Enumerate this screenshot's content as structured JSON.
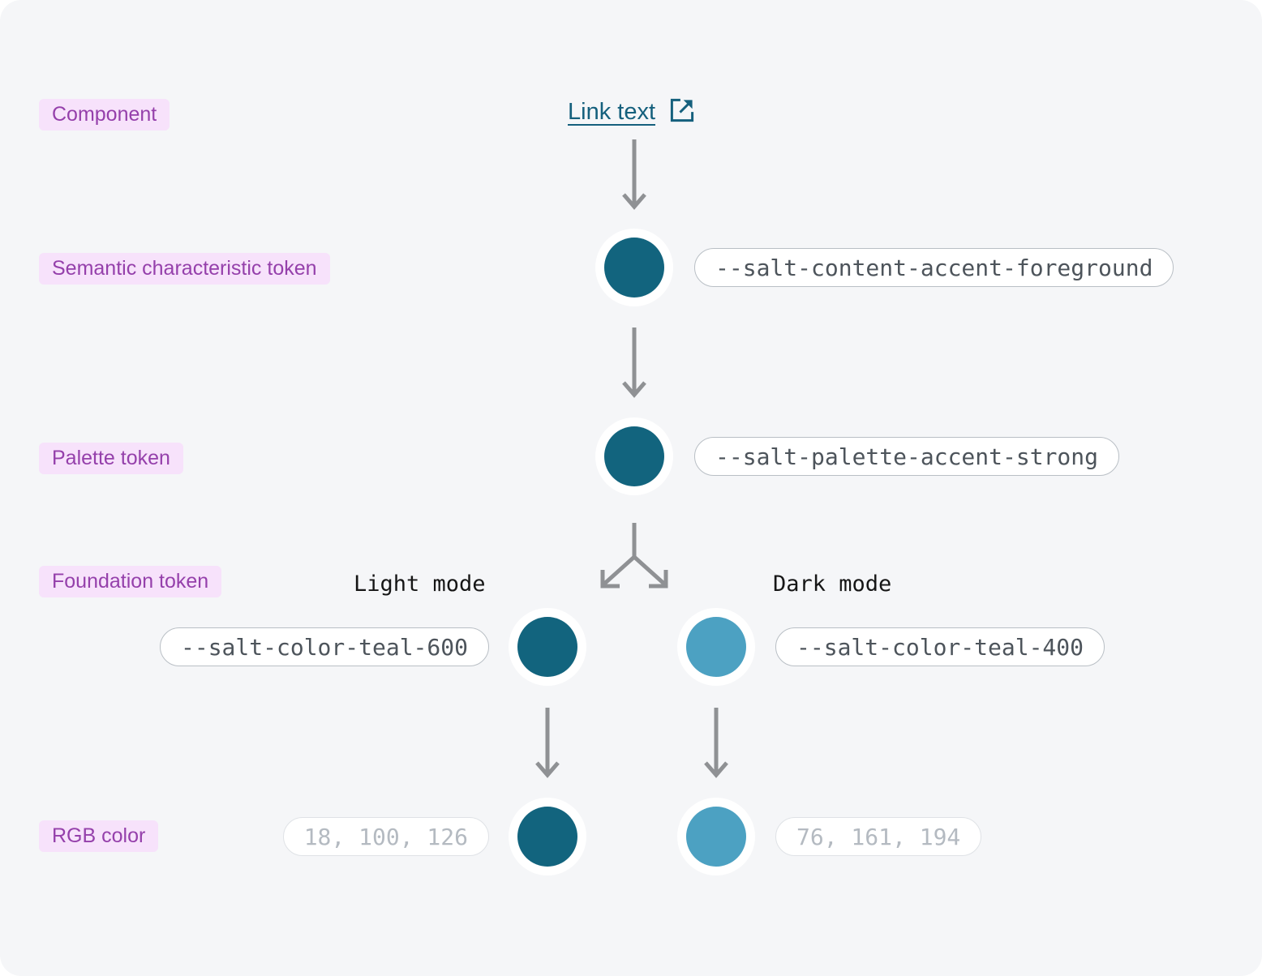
{
  "page": {
    "background": "#f5f6f8"
  },
  "colors": {
    "page_bg": "#f5f6f8",
    "accent_dark": "#12647e",
    "accent_light": "#4ca1c2",
    "label_bg": "#f7e2fb",
    "label_text": "#9540ab",
    "link": "#15607d",
    "arrow": "#8f9194",
    "pill_border": "#b9bfc5",
    "pill_text": "#4d545b",
    "rgb_pill_border": "#dfe2e6",
    "rgb_pill_text": "#b4bac1"
  },
  "labels": {
    "component": "Component",
    "semantic": "Semantic characteristic token",
    "palette": "Palette token",
    "foundation": "Foundation token",
    "rgb": "RGB color"
  },
  "link": {
    "text": "Link text",
    "icon": "external-link-icon"
  },
  "tokens": {
    "semantic": "--salt-content-accent-foreground",
    "palette": "--salt-palette-accent-strong",
    "foundation_light": "--salt-color-teal-600",
    "foundation_dark": "--salt-color-teal-400"
  },
  "modes": {
    "light": "Light mode",
    "dark": "Dark mode"
  },
  "rgb": {
    "light": "18, 100, 126",
    "dark": "76, 161, 194"
  }
}
